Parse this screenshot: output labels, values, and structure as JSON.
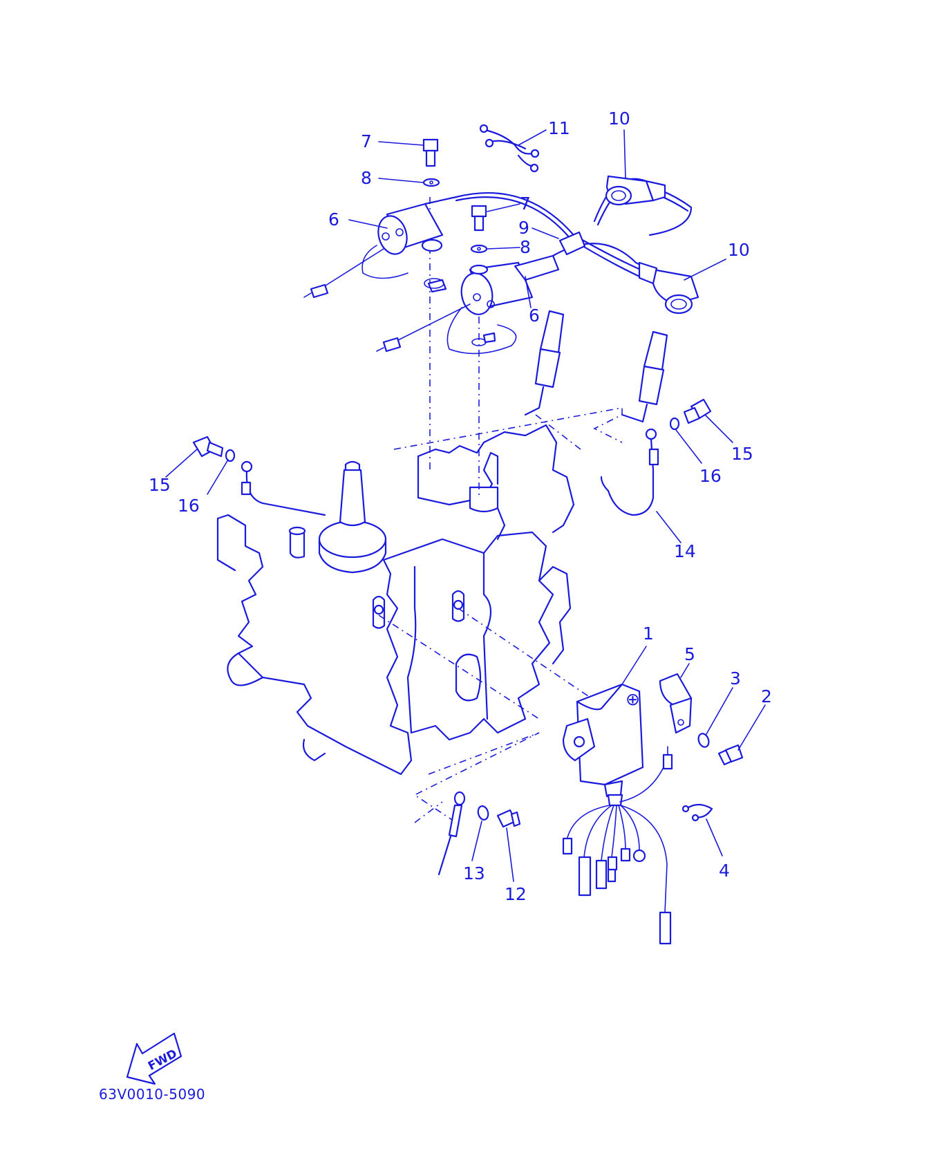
{
  "diagram_code": "63V0010-5090",
  "fwd_label": "FWD",
  "callouts": [
    "1",
    "2",
    "3",
    "4",
    "5",
    "6",
    "6",
    "7",
    "7",
    "8",
    "8",
    "9",
    "10",
    "10",
    "11",
    "12",
    "13",
    "14",
    "15",
    "15",
    "16",
    "16"
  ],
  "colors": {
    "line": "#1a1adc",
    "background": "#ffffff"
  }
}
